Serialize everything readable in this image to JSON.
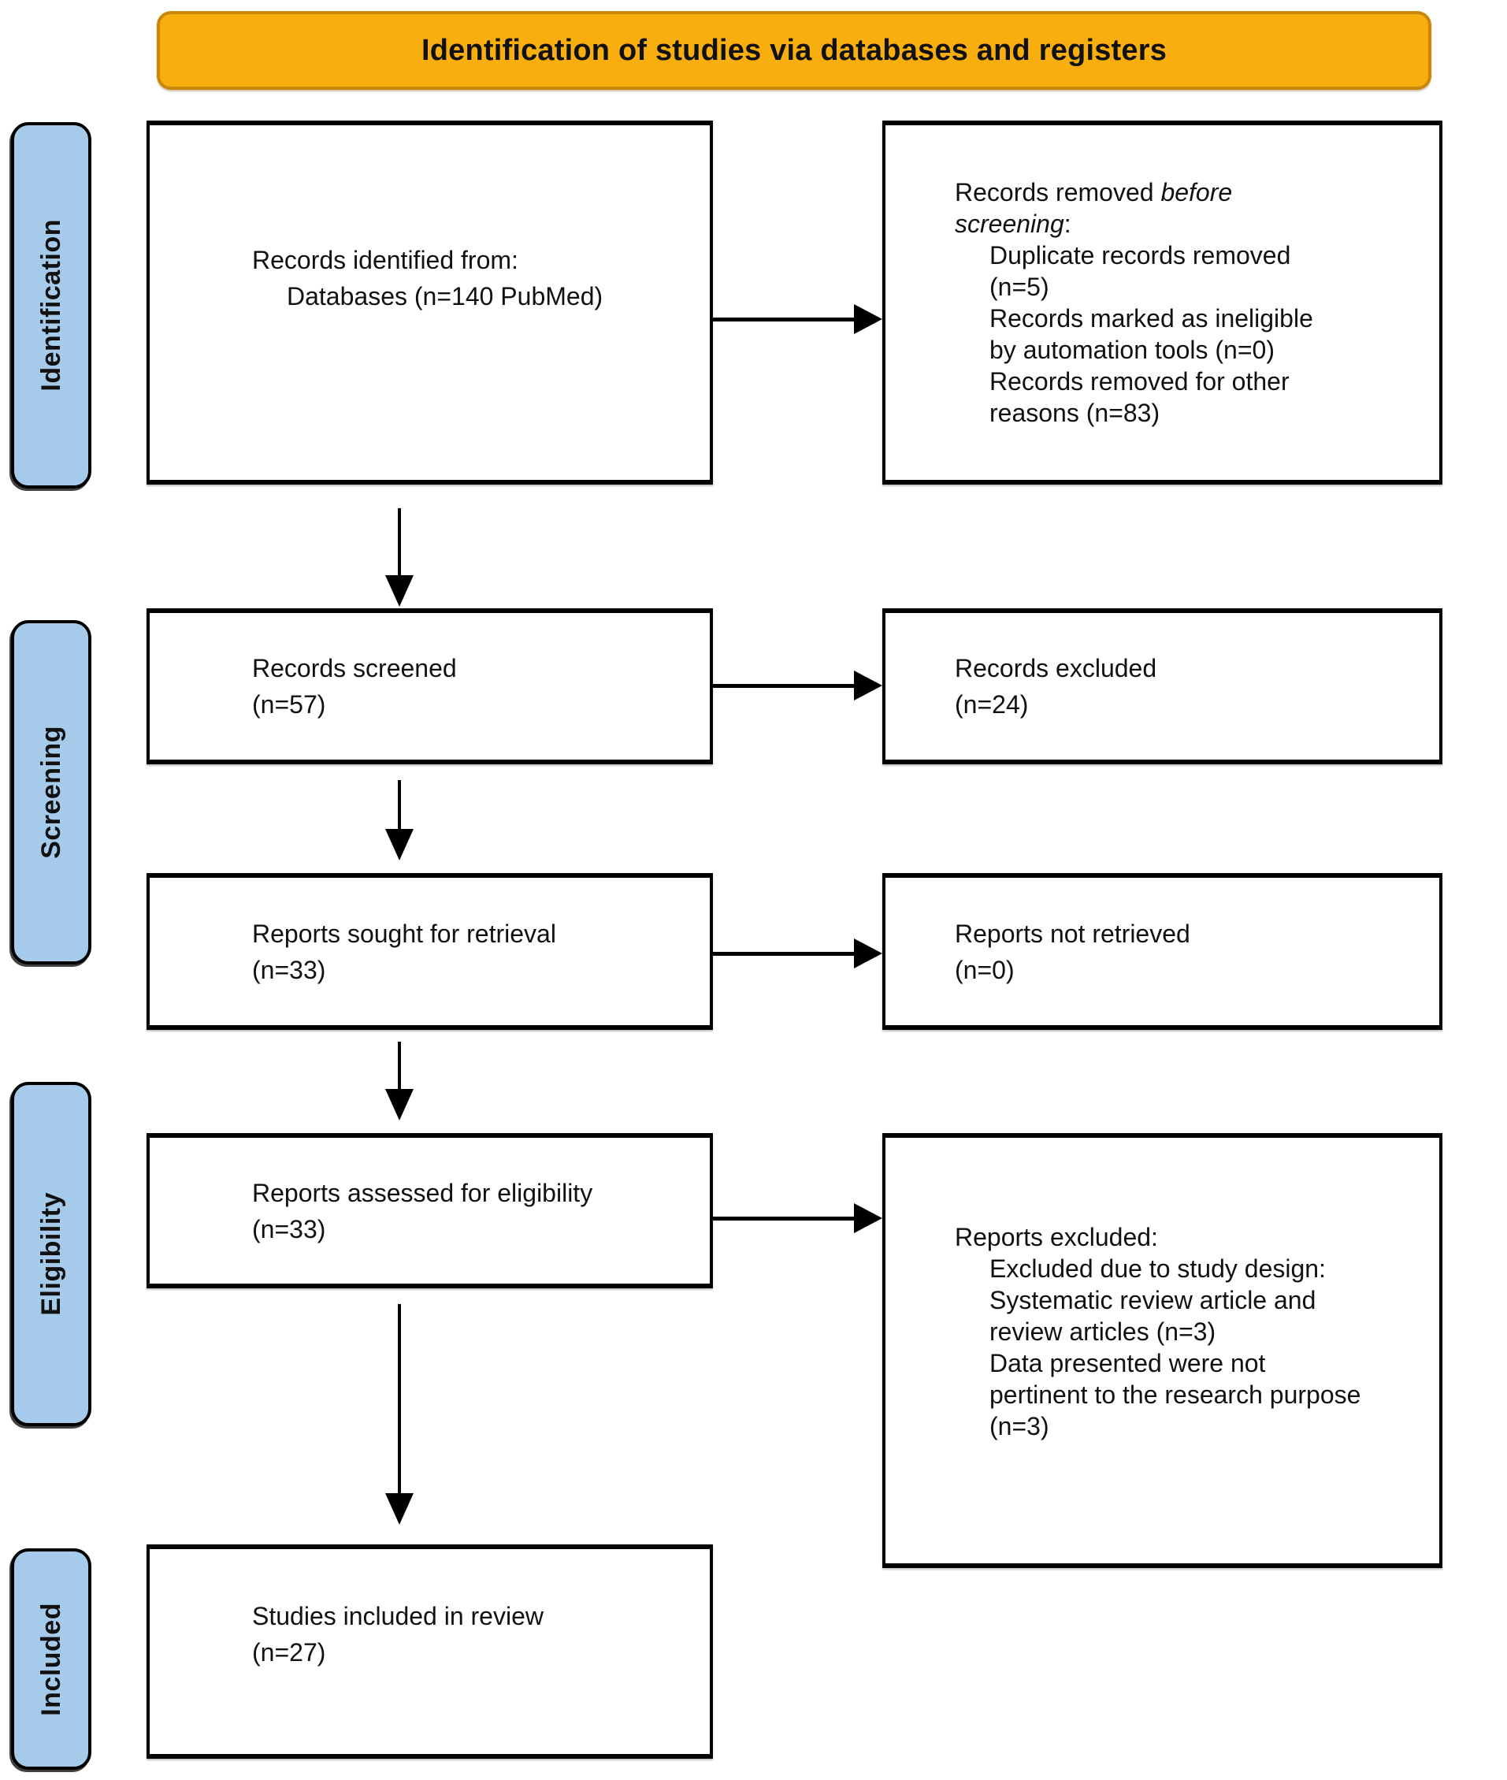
{
  "banner": {
    "title": "Identification of studies via databases and registers",
    "bg_color": "#F8AE0E",
    "border_color": "#C9870B"
  },
  "sidebar": {
    "bg_color": "#A6CAE9",
    "labels": [
      {
        "text": "Identification"
      },
      {
        "text": "Screening"
      },
      {
        "text": "Eligibility"
      },
      {
        "text": "Included"
      }
    ]
  },
  "boxes": {
    "identified": {
      "line1": "Records identified from:",
      "line2": "Databases (n=140 PubMed)"
    },
    "removed_before_screening": {
      "line1_normal": "Records removed ",
      "line1_italic": "before",
      "line2_italic": "screening",
      "line2_normal": ":",
      "items": [
        "Duplicate records removed",
        "(n=5)",
        "Records marked as ineligible",
        "by automation tools (n=0)",
        "Records removed for other",
        "reasons (n=83)"
      ]
    },
    "screened": {
      "line1": "Records screened",
      "line2": "(n=57)"
    },
    "records_excluded": {
      "line1": "Records excluded",
      "line2": "(n=24)"
    },
    "sought": {
      "line1": "Reports sought for retrieval",
      "line2": "(n=33)"
    },
    "not_retrieved": {
      "line1": "Reports not retrieved",
      "line2": "(n=0)"
    },
    "assessed": {
      "line1": "Reports assessed for eligibility",
      "line2": "(n=33)"
    },
    "reports_excluded": {
      "title": "Reports excluded:",
      "items": [
        "Excluded due to study design:",
        "Systematic review article and",
        "review articles (n=3)",
        "Data presented were not",
        "pertinent to the research purpose",
        "(n=3)"
      ]
    },
    "included": {
      "line1": "Studies included in review",
      "line2": "(n=27)"
    }
  }
}
